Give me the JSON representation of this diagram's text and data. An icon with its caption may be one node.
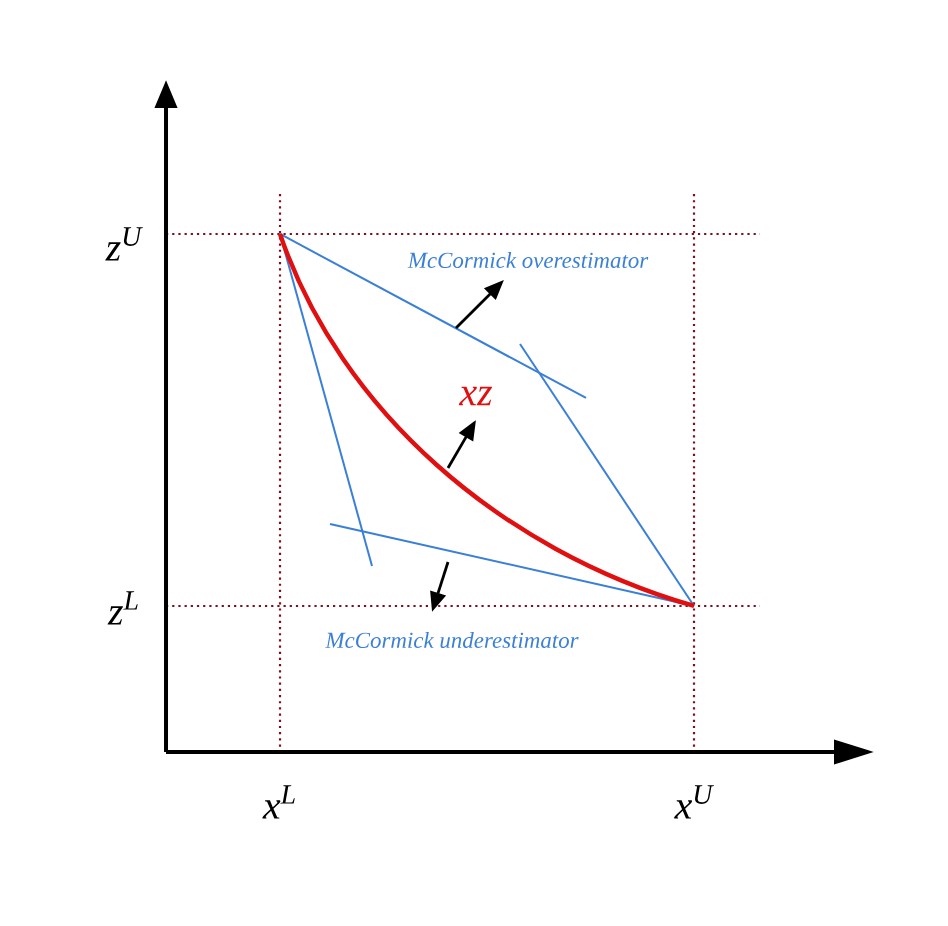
{
  "diagram": {
    "labels": [
      "z$^{U}$",
      "McCormick overestimator",
      "xz",
      "z$^{L}$",
      "McCormick underestimator",
      "x$^{L}$",
      "x$^{U}$"
    ]
  }
}
